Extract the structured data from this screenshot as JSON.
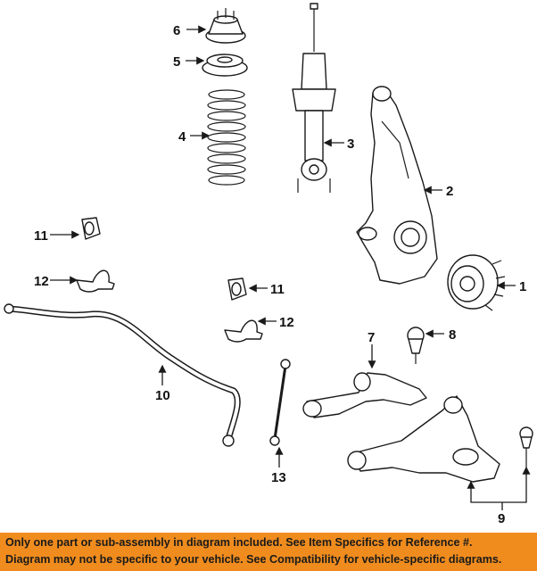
{
  "callouts": {
    "c1": "1",
    "c2": "2",
    "c3": "3",
    "c4": "4",
    "c5": "5",
    "c6": "6",
    "c7": "7",
    "c8": "8",
    "c9": "9",
    "c10": "10",
    "c11a": "11",
    "c11b": "11",
    "c12a": "12",
    "c12b": "12",
    "c13": "13"
  },
  "footer": {
    "line1": "Only one part or sub-assembly in diagram included. See Item Specifics for Reference #.",
    "line2": "Diagram may not be specific to your vehicle. See Compatibility for vehicle-specific diagrams."
  },
  "colors": {
    "banner": "#f08c1e",
    "ink": "#1a1a1a"
  }
}
